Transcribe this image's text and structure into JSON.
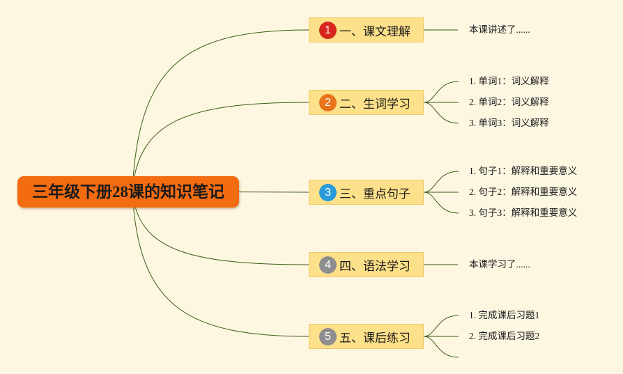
{
  "root": {
    "title": "三年级下册28课的知识笔记",
    "color": "#f36c10"
  },
  "line_color": "#3b5a14",
  "branches": [
    {
      "number": "1",
      "badge_color": "#d7261e",
      "label": "一、课文理解",
      "children": [
        "本课讲述了......"
      ]
    },
    {
      "number": "2",
      "badge_color": "#e8731a",
      "label": "二、生词学习",
      "children": [
        "1. 单词1：词义解释",
        "2. 单词2：词义解释",
        "3. 单词3：词义解释"
      ]
    },
    {
      "number": "3",
      "badge_color": "#2a9ad8",
      "label": "三、重点句子",
      "children": [
        "1. 句子1：解释和重要意义",
        "2. 句子2：解释和重要意义",
        "3. 句子3：解释和重要意义"
      ]
    },
    {
      "number": "4",
      "badge_color": "#8e8e8e",
      "label": "四、语法学习",
      "children": [
        "本课学习了......"
      ]
    },
    {
      "number": "5",
      "badge_color": "#8e8e8e",
      "label": "五、课后练习",
      "children": [
        "1. 完成课后习题1",
        "2. 完成课后习题2",
        ""
      ]
    }
  ]
}
